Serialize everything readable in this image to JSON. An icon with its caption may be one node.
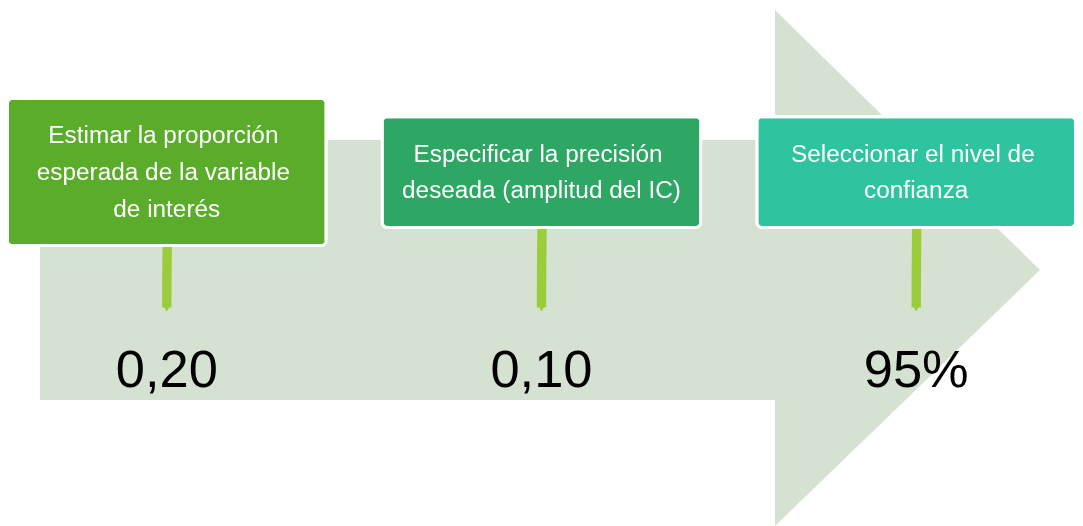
{
  "diagram": {
    "nodes": [
      {
        "text": [
          "Estimar la proporción esperada de la variable de interés"
        ]
      },
      {
        "text": [
          "Especificar la precisión deseada (amplitud del IC)"
        ]
      },
      {
        "text": [
          "Seleccionar el nivel de confianza"
        ]
      },
      {
        "text": [
          "0,20"
        ]
      },
      {
        "text": [
          "0,10"
        ]
      },
      {
        "text": [
          "95%"
        ]
      }
    ],
    "edges": [
      {
        "from": 0,
        "to": 3,
        "arrow": "to"
      },
      {
        "from": 1,
        "to": 4,
        "arrow": "to"
      },
      {
        "from": 2,
        "to": 5,
        "arrow": "to"
      }
    ]
  }
}
